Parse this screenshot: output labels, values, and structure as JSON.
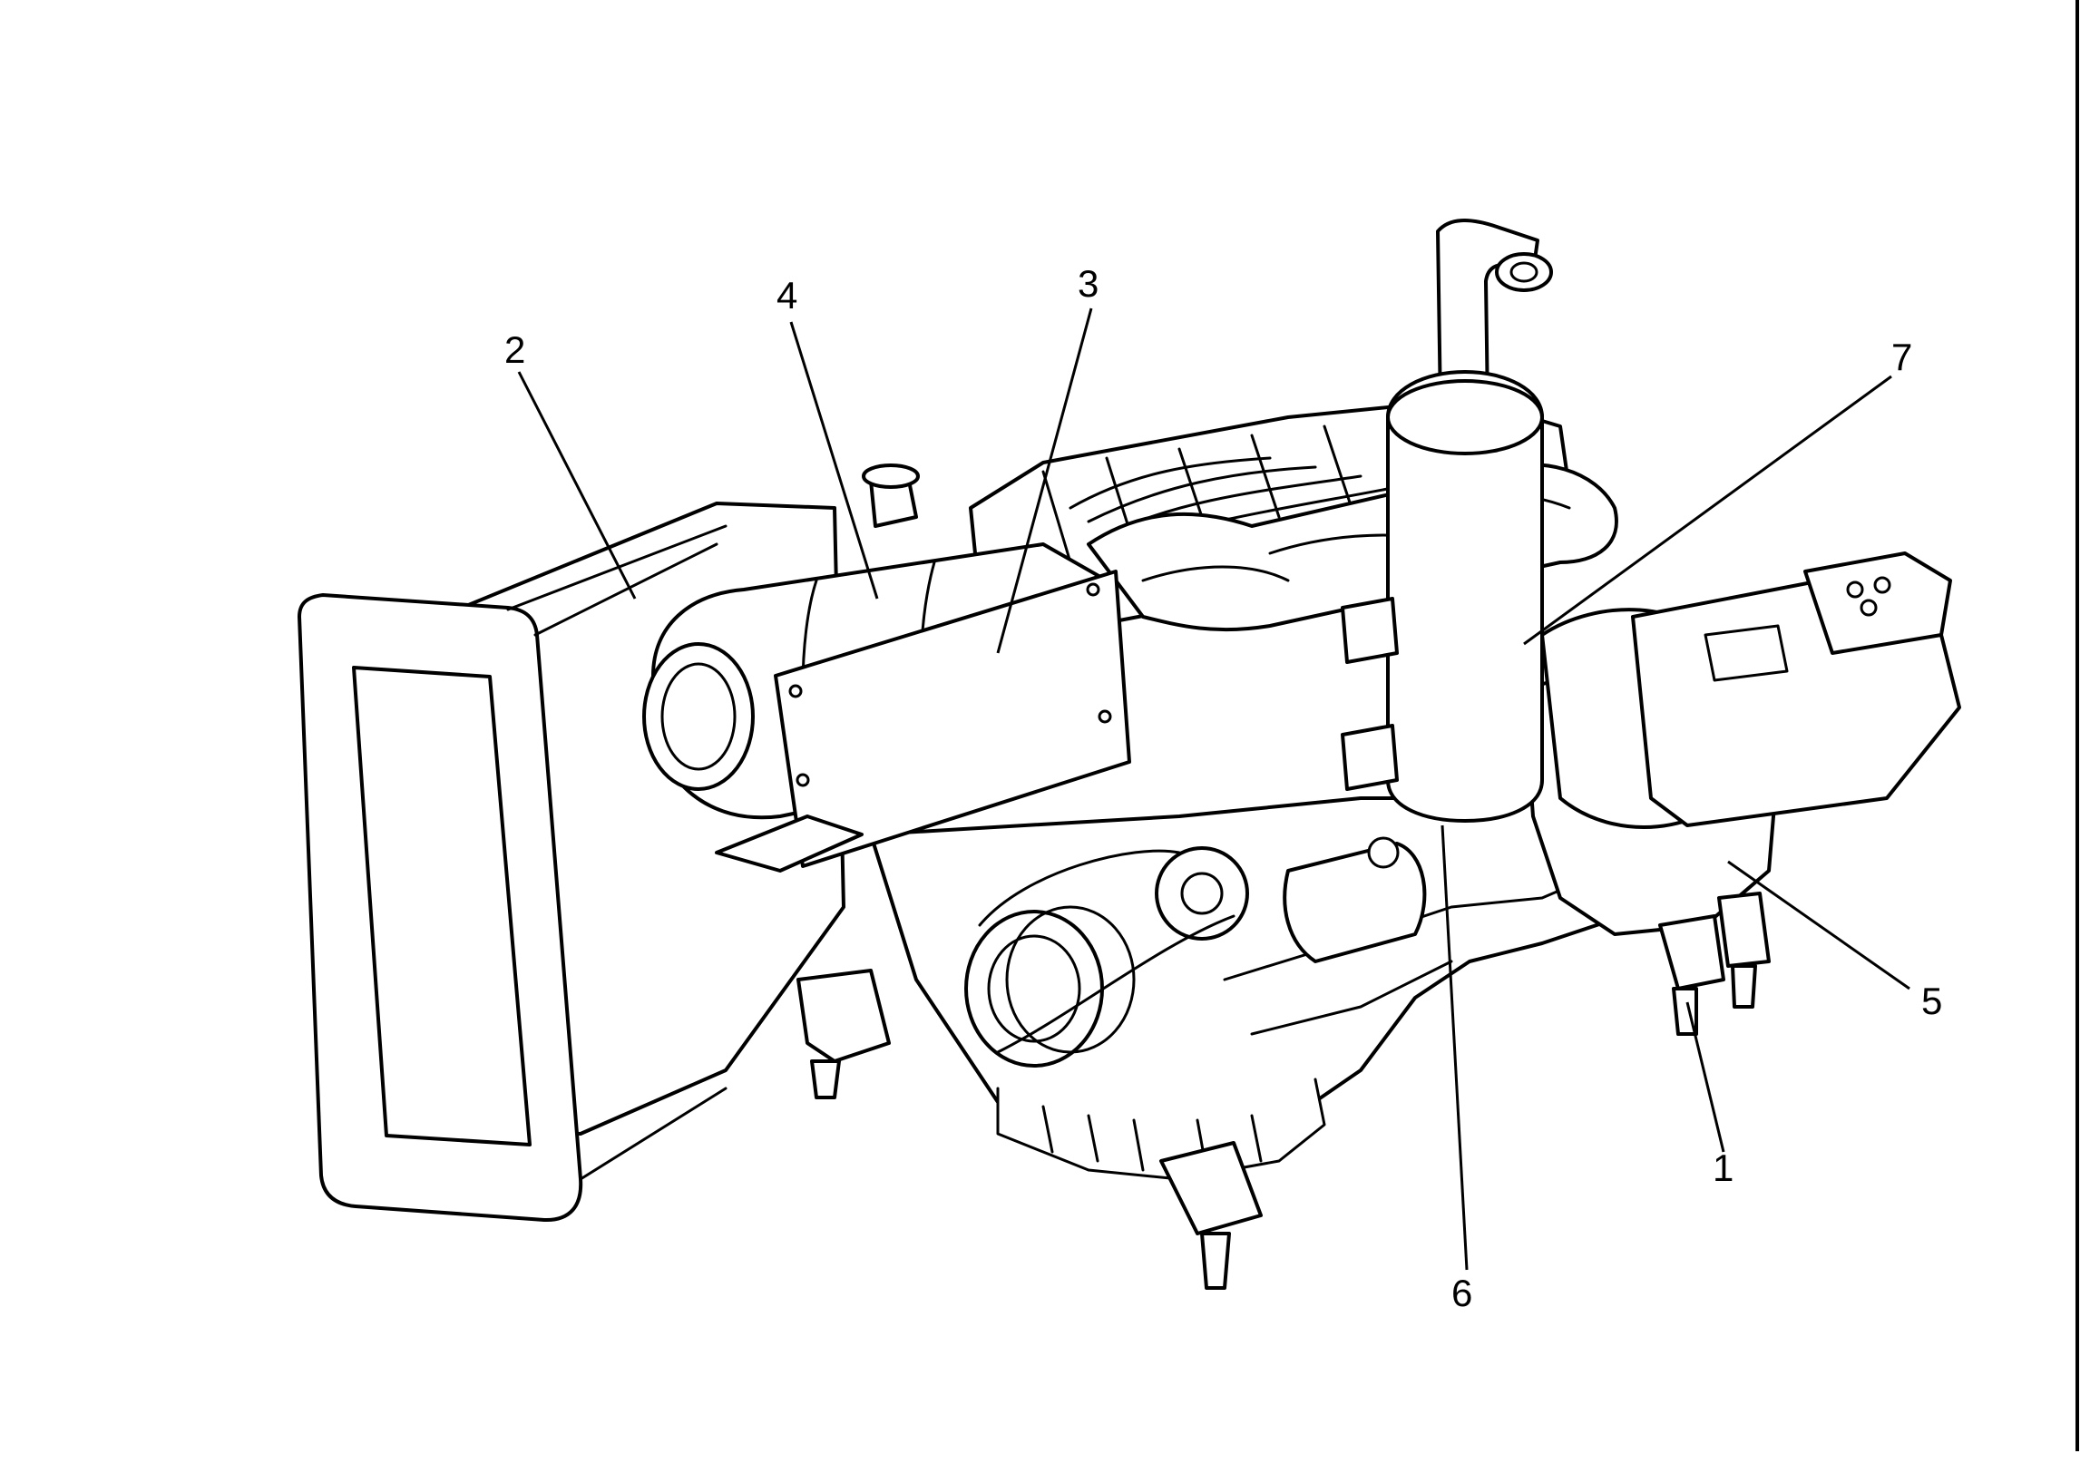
{
  "figure": {
    "callouts": [
      {
        "id": "1",
        "label": "1"
      },
      {
        "id": "2",
        "label": "2"
      },
      {
        "id": "3",
        "label": "3"
      },
      {
        "id": "4",
        "label": "4"
      },
      {
        "id": "5",
        "label": "5"
      },
      {
        "id": "6",
        "label": "6"
      },
      {
        "id": "7",
        "label": "7"
      }
    ],
    "colors": {
      "ink": "#000000",
      "paper": "#ffffff"
    }
  }
}
